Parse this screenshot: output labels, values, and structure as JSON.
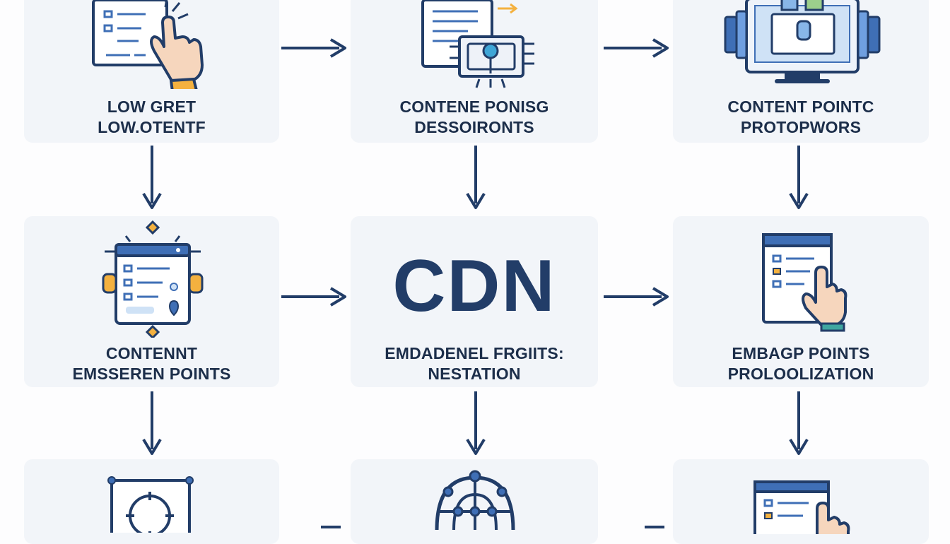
{
  "nodes": {
    "r1c1": {
      "line1": "LOW GRET",
      "line2": "LOW.OTENTF"
    },
    "r1c2": {
      "line1": "CONTENE PONISG",
      "line2": "DESSOIRONTS"
    },
    "r1c3": {
      "line1": "CONTENT POINTC",
      "line2": "PROTOPWORS"
    },
    "r2c1": {
      "line1": "CONTENNT",
      "line2": "EMSSEREN POINTS"
    },
    "r2c2": {
      "title": "CDN",
      "line1": "EMDADENEL FRGIITS:",
      "line2": "NESTATION"
    },
    "r2c3": {
      "line1": "EMBAGP POINTS",
      "line2": "PROLOOLIZATION"
    }
  },
  "icons": {
    "r1c1": "document-touch-icon",
    "r1c2": "document-transfer-icon",
    "r1c3": "monitor-servers-icon",
    "r2c1": "app-window-nodes-icon",
    "r2c3": "document-touch-icon",
    "r3c1": "node-target-icon",
    "r3c2": "network-globe-icon",
    "r3c3": "document-touch-icon"
  },
  "colors": {
    "navy": "#223d68",
    "blue": "#3f6fb6",
    "accent": "#f4b13f",
    "panel": "#f2f5f9"
  }
}
